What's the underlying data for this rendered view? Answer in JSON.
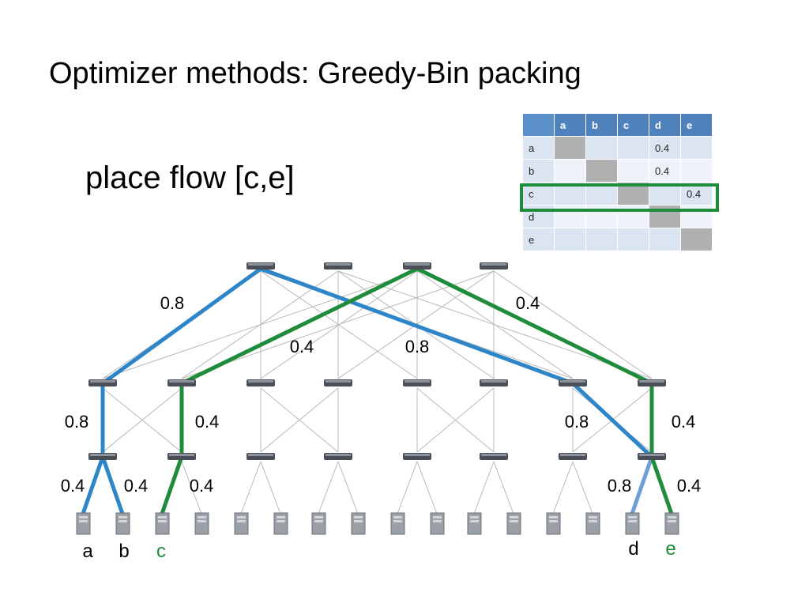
{
  "slide": {
    "title": "Optimizer methods: Greedy-Bin packing",
    "subtitle": "place flow [c,e]"
  },
  "colors": {
    "blue_path": "#2e86c8",
    "light_blue_path": "#6f9fd6",
    "green_path": "#1e8c3a",
    "gray_link": "#b8b8b8",
    "host_label_green": "#1e8c3a"
  },
  "matrix": {
    "columns": [
      "a",
      "b",
      "c",
      "d",
      "e"
    ],
    "rows": [
      {
        "label": "a",
        "cells": [
          "",
          "",
          "",
          "0.4",
          ""
        ]
      },
      {
        "label": "b",
        "cells": [
          "",
          "",
          "",
          "0.4",
          ""
        ]
      },
      {
        "label": "c",
        "cells": [
          "",
          "",
          "",
          "",
          "0.4"
        ]
      },
      {
        "label": "d",
        "cells": [
          "",
          "",
          "",
          "",
          ""
        ]
      },
      {
        "label": "e",
        "cells": [
          "",
          "",
          "",
          "",
          ""
        ]
      }
    ],
    "highlighted_row": "c"
  },
  "link_labels": [
    {
      "text": "0.8"
    },
    {
      "text": "0.4"
    },
    {
      "text": "0.4"
    },
    {
      "text": "0.8"
    },
    {
      "text": "0.8"
    },
    {
      "text": "0.4"
    },
    {
      "text": "0.8"
    },
    {
      "text": "0.4"
    },
    {
      "text": "0.4"
    },
    {
      "text": "0.4"
    },
    {
      "text": "0.4"
    },
    {
      "text": "0.8"
    },
    {
      "text": "0.4"
    }
  ],
  "host_labels": [
    {
      "text": "a",
      "color": "#000000"
    },
    {
      "text": "b",
      "color": "#000000"
    },
    {
      "text": "c",
      "color": "#1e8c3a"
    },
    {
      "text": "d",
      "color": "#000000"
    },
    {
      "text": "e",
      "color": "#1e8c3a"
    }
  ]
}
